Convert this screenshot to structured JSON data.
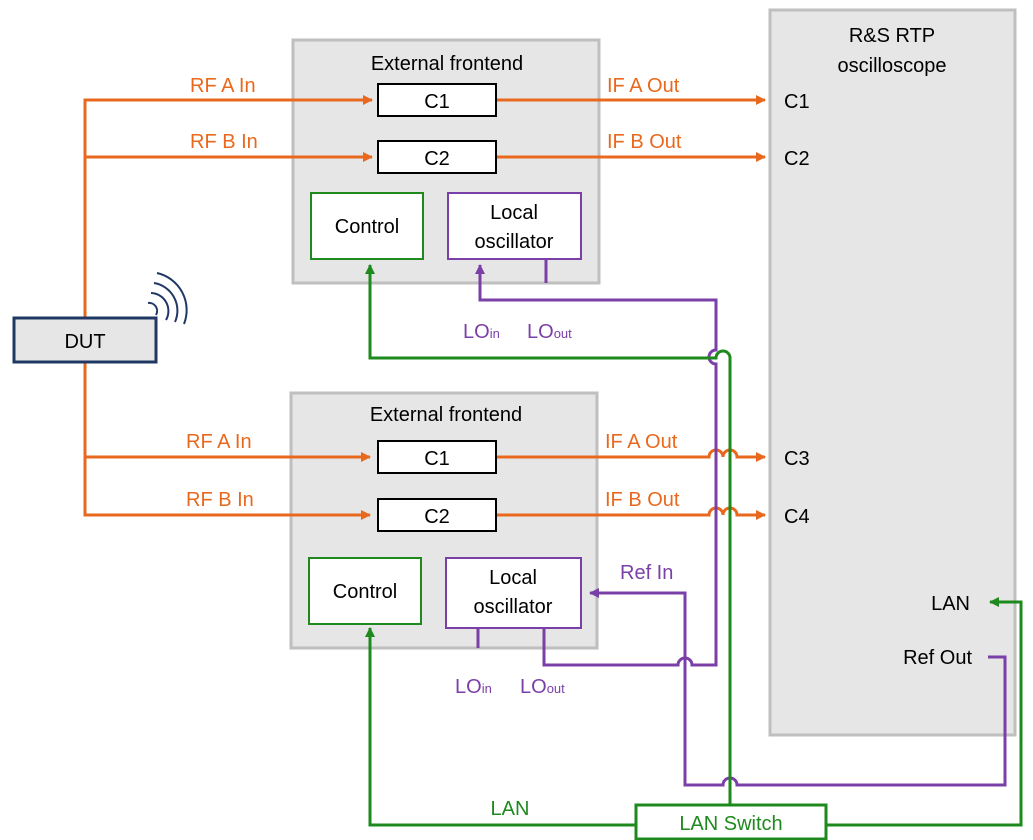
{
  "colors": {
    "orange": "#E8691E",
    "purple": "#7B3FA8",
    "green": "#1E8A1E",
    "navy": "#1F3864",
    "box_gray": "#E6E6E6",
    "box_border": "#BFBFBF"
  },
  "oscilloscope": {
    "title_line1": "R&S RTP",
    "title_line2": "oscilloscope",
    "ports": {
      "c1": "C1",
      "c2": "C2",
      "c3": "C3",
      "c4": "C4",
      "lan": "LAN",
      "ref_out": "Ref Out"
    }
  },
  "frontend_top": {
    "title": "External frontend",
    "channel1": "C1",
    "channel2": "C2",
    "control": "Control",
    "lo_line1": "Local",
    "lo_line2": "oscillator",
    "rf_a": "RF A In",
    "rf_b": "RF B In",
    "if_a": "IF A Out",
    "if_b": "IF B Out",
    "lo_in_main": "LO",
    "lo_in_sub": "in",
    "lo_out_main": "LO",
    "lo_out_sub": "out"
  },
  "frontend_bottom": {
    "title": "External frontend",
    "channel1": "C1",
    "channel2": "C2",
    "control": "Control",
    "lo_line1": "Local",
    "lo_line2": "oscillator",
    "rf_a": "RF A In",
    "rf_b": "RF B In",
    "if_a": "IF A Out",
    "if_b": "IF B Out",
    "ref_in": "Ref In",
    "lo_in_main": "LO",
    "lo_in_sub": "in",
    "lo_out_main": "LO",
    "lo_out_sub": "out"
  },
  "dut": {
    "label": "DUT"
  },
  "lan_switch": {
    "label": "LAN Switch",
    "lan_label": "LAN"
  }
}
